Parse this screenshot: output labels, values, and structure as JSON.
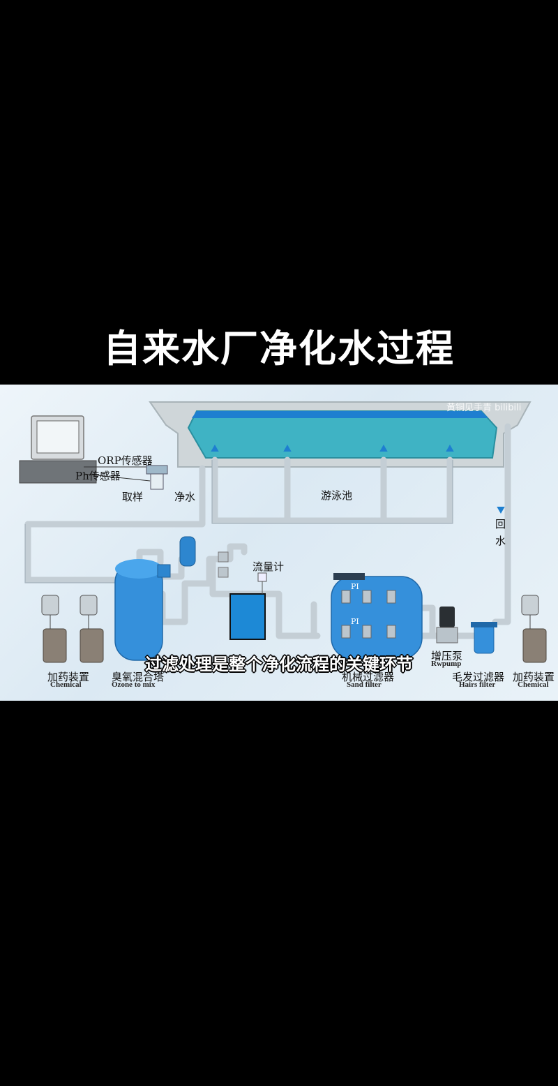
{
  "title": "自来水厂净化水过程",
  "subtitle": "过滤处理是整个净化流程的关键环节",
  "watermark": "黄铜见手青 bilibili",
  "labels": {
    "orp_sensor": "ORP传感器",
    "ph_sensor": "Ph传感器",
    "sampling": "取样",
    "clean_water": "净水",
    "pool": "游泳池",
    "return_water": "回\n水",
    "flowmeter": "流量计",
    "chem_left_cn": "加药装置",
    "chem_left_en": "Chemical",
    "ozone_cn": "臭氧混合塔",
    "ozone_en": "Ozone to mix",
    "sand_cn": "机械过滤器",
    "sand_en": "Sand filter",
    "pump_cn": "增压泵",
    "pump_en": "Rwpump",
    "hair_cn": "毛发过滤器",
    "hair_en": "Hairs filter",
    "chem_right_cn": "加药装置",
    "chem_right_en": "Chemical",
    "gauge_pi": "PI"
  },
  "colors": {
    "pool_water": "#3fb3c4",
    "tank_blue": "#2f8ed8",
    "pipe": "#c9d3da",
    "pipe_edge": "#9aa8b2",
    "bucket": "#8a8075"
  }
}
